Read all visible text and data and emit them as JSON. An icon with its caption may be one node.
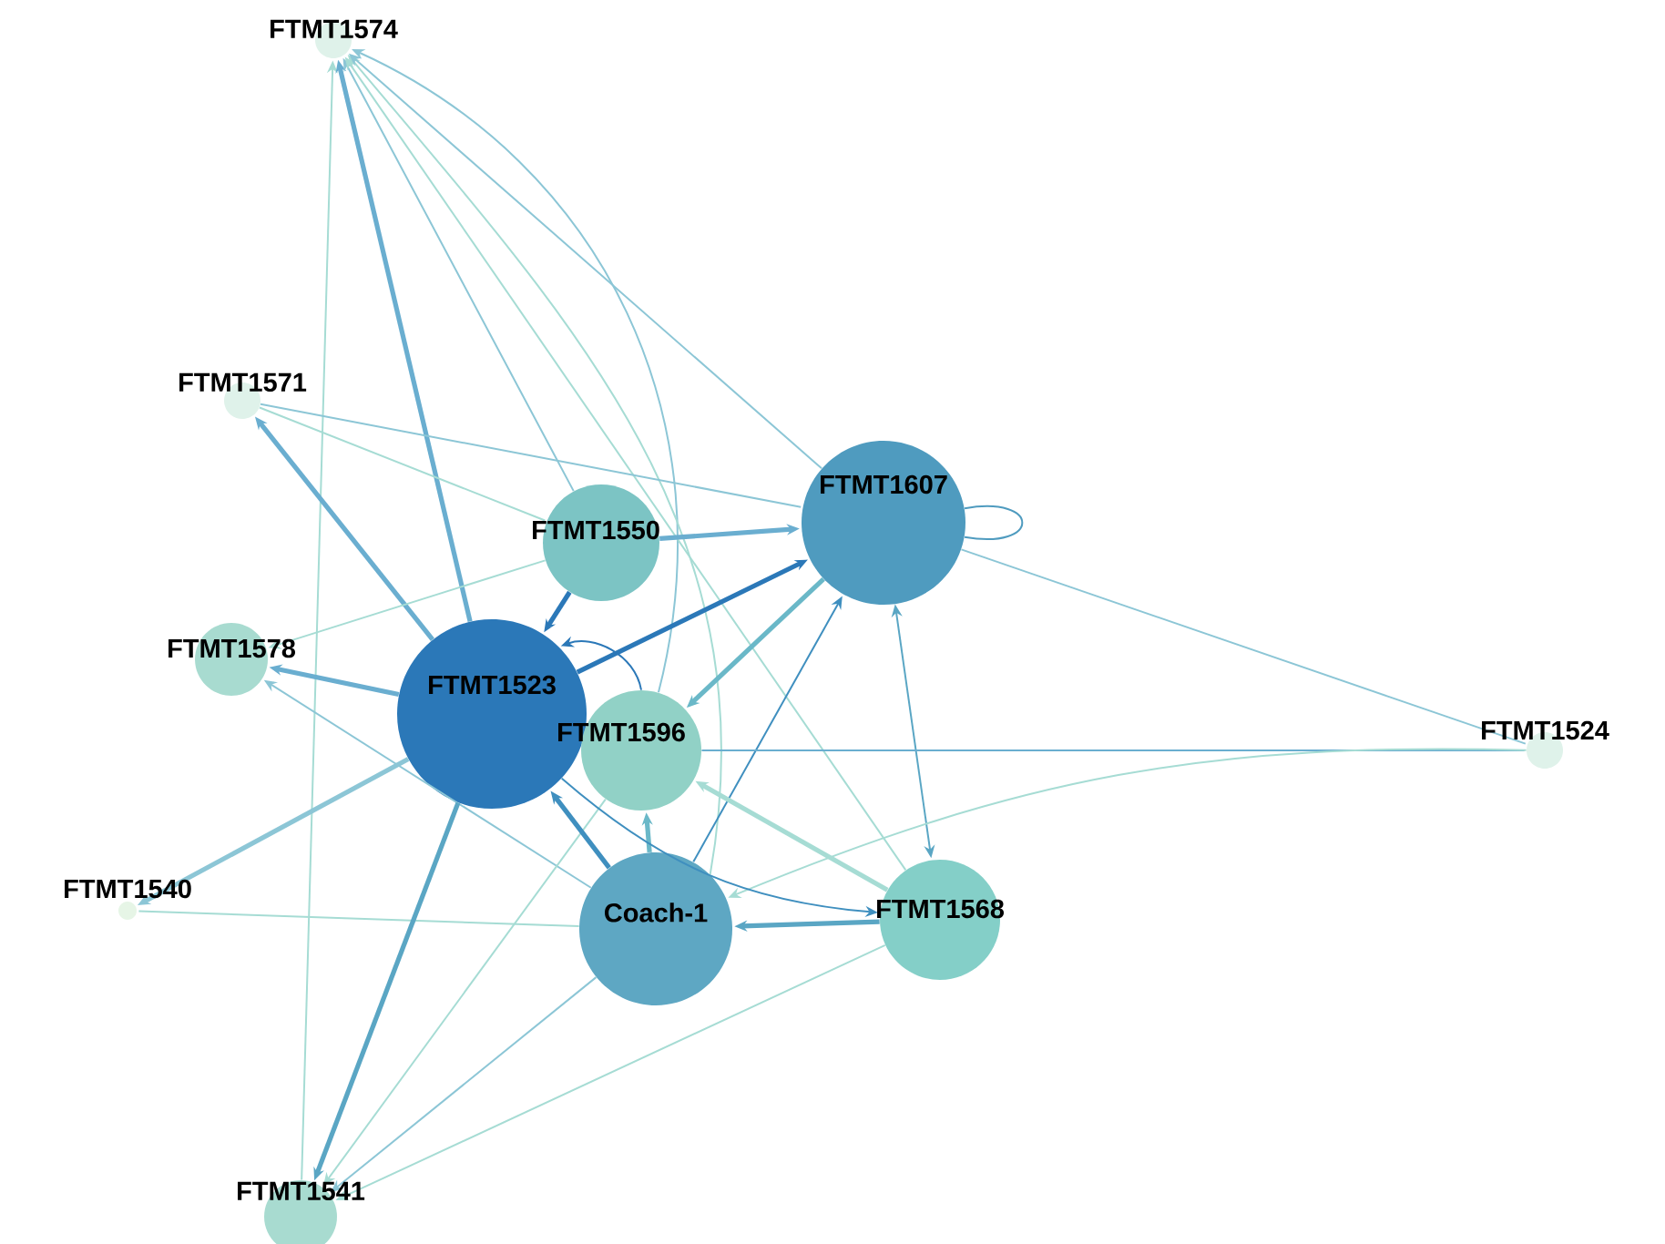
{
  "diagram": {
    "nodes": [
      {
        "text": [
          "FTMT1574"
        ]
      },
      {
        "text": [
          "FTMT1571"
        ]
      },
      {
        "text": [
          "FTMT1607"
        ]
      },
      {
        "text": [
          "FTMT1550"
        ]
      },
      {
        "text": [
          "FTMT1578"
        ]
      },
      {
        "text": [
          "FTMT1523"
        ]
      },
      {
        "text": [
          "FTMT1596"
        ]
      },
      {
        "text": [
          "FTMT1524"
        ]
      },
      {
        "text": [
          "FTMT1540"
        ]
      },
      {
        "text": [
          "Coach-1"
        ]
      },
      {
        "text": [
          "FTMT1568"
        ]
      },
      {
        "text": [
          "FTMT1541"
        ]
      }
    ],
    "edges": [
      {
        "from": 11,
        "to": 0,
        "arrow": "to"
      },
      {
        "from": 5,
        "to": 0,
        "arrow": "to",
        "style": "thick",
        "color": "#6aaed0"
      },
      {
        "from": 3,
        "to": 0,
        "arrow": "to",
        "color": "#8cc6d6"
      },
      {
        "from": 6,
        "to": 0,
        "arrow": "to",
        "color": "#8cc6d6"
      },
      {
        "from": 9,
        "to": 0,
        "arrow": "to"
      },
      {
        "from": 10,
        "to": 0,
        "arrow": "to"
      },
      {
        "from": 2,
        "to": 0,
        "arrow": "to",
        "color": "#8cc6d6"
      },
      {
        "from": 5,
        "to": 1,
        "arrow": "to",
        "style": "thick",
        "color": "#6aaed0"
      },
      {
        "from": 1,
        "to": 2,
        "arrow": "none",
        "color": "#8cc6d6"
      },
      {
        "from": 1,
        "to": 3,
        "arrow": "none"
      },
      {
        "from": 2,
        "to": 2,
        "arrow": "none",
        "color": "#4f9bbf"
      },
      {
        "from": 5,
        "to": 2,
        "arrow": "to",
        "style": "thick",
        "color": "#2b78b8"
      },
      {
        "from": 3,
        "to": 2,
        "arrow": "to",
        "style": "thick",
        "color": "#6aaed0"
      },
      {
        "from": 9,
        "to": 2,
        "arrow": "to",
        "color": "#3f8fbf"
      },
      {
        "from": 2,
        "to": 6,
        "arrow": "to",
        "style": "thick",
        "color": "#6ab8c8"
      },
      {
        "from": 2,
        "to": 10,
        "arrow": "both",
        "color": "#5aa6c4"
      },
      {
        "from": 2,
        "to": 7,
        "arrow": "none",
        "color": "#8cc6d6"
      },
      {
        "from": 6,
        "to": 7,
        "arrow": "none",
        "color": "#6aaed0"
      },
      {
        "from": 7,
        "to": 9,
        "arrow": "to"
      },
      {
        "from": 5,
        "to": 4,
        "arrow": "to",
        "style": "thick",
        "color": "#6aaed0"
      },
      {
        "from": 3,
        "to": 4,
        "arrow": "to"
      },
      {
        "from": 9,
        "to": 4,
        "arrow": "to",
        "color": "#8cc6d6"
      },
      {
        "from": 5,
        "to": 8,
        "arrow": "to",
        "style": "thick",
        "color": "#8cc6d6"
      },
      {
        "from": 9,
        "to": 8,
        "arrow": "none"
      },
      {
        "from": 5,
        "to": 11,
        "arrow": "to",
        "style": "thick",
        "color": "#5aa6c4"
      },
      {
        "from": 9,
        "to": 11,
        "arrow": "to",
        "color": "#8cc6d6"
      },
      {
        "from": 10,
        "to": 11,
        "arrow": "to"
      },
      {
        "from": 6,
        "to": 11,
        "arrow": "to"
      },
      {
        "from": 10,
        "to": 9,
        "arrow": "to",
        "style": "thick",
        "color": "#5aa6c4"
      },
      {
        "from": 9,
        "to": 5,
        "arrow": "to",
        "style": "thick",
        "color": "#3f8fbf"
      },
      {
        "from": 9,
        "to": 6,
        "arrow": "to",
        "style": "thick",
        "color": "#6ab8c8"
      },
      {
        "from": 10,
        "to": 6,
        "arrow": "to",
        "style": "thick"
      },
      {
        "from": 5,
        "to": 10,
        "arrow": "to",
        "color": "#3f8fbf"
      },
      {
        "from": 3,
        "to": 5,
        "arrow": "to",
        "style": "thick",
        "color": "#2b78b8"
      },
      {
        "from": 6,
        "to": 5,
        "arrow": "to",
        "color": "#2b78b8"
      }
    ]
  }
}
